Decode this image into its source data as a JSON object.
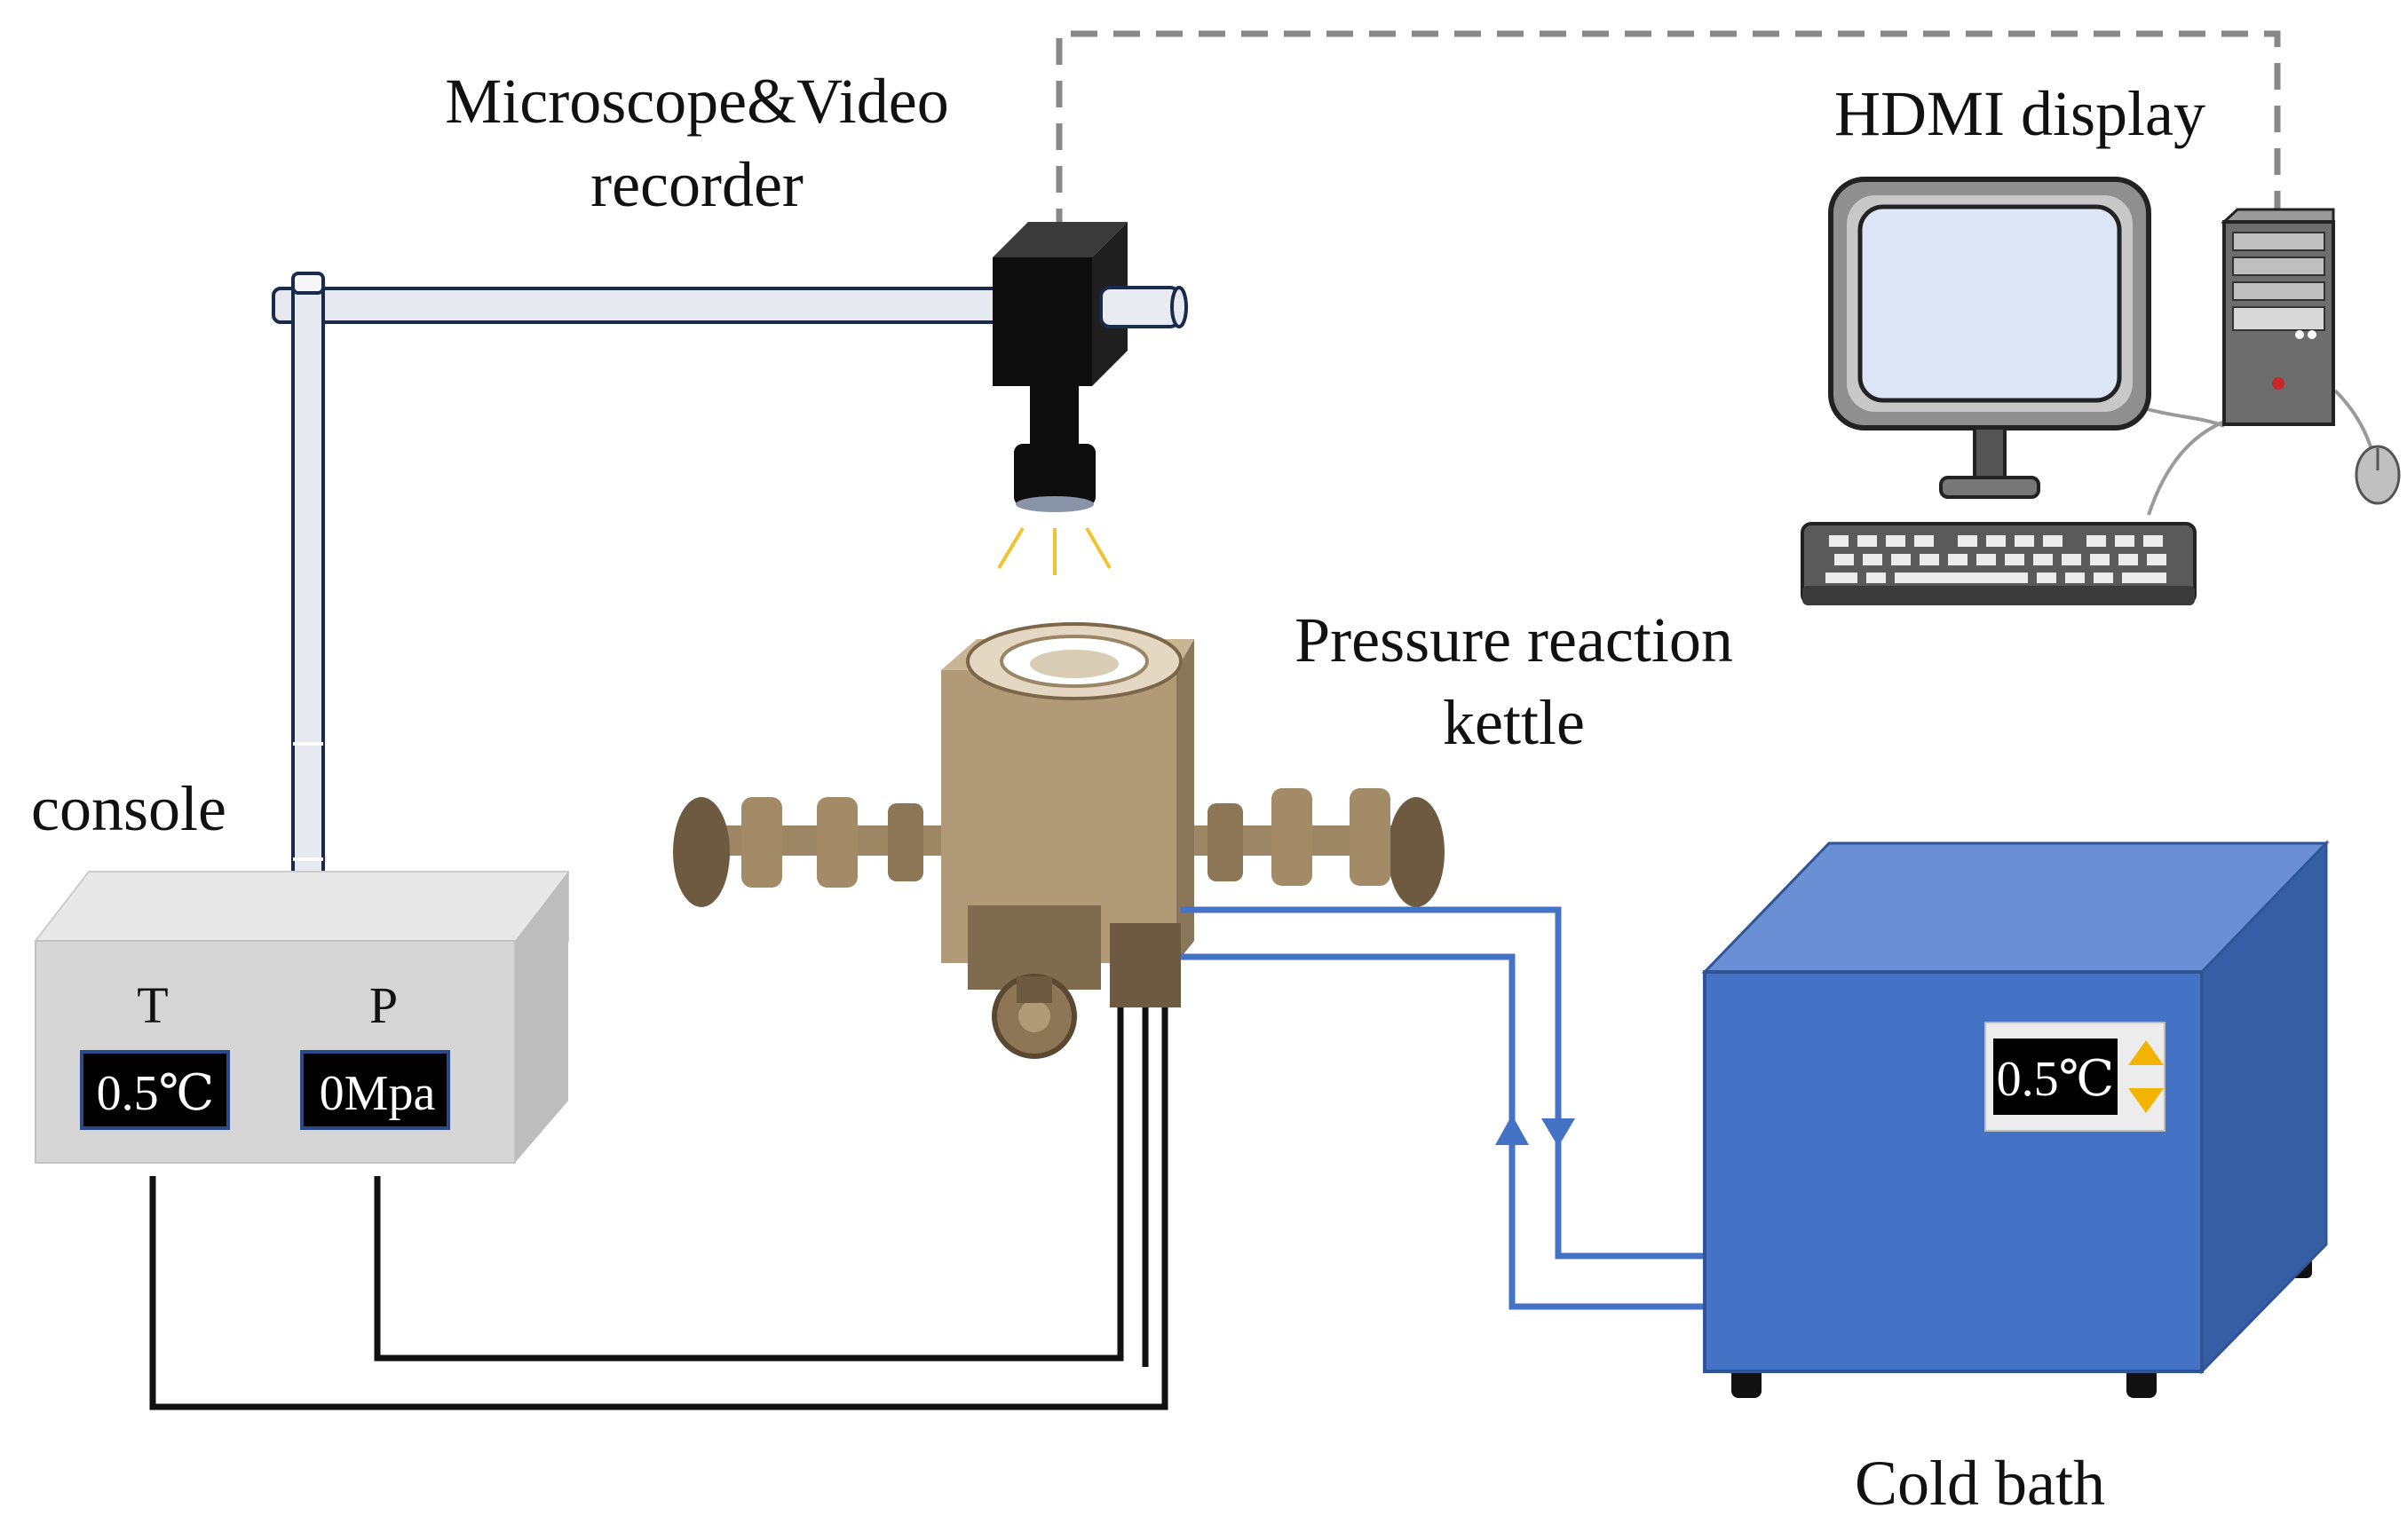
{
  "labels": {
    "microscope_line1": "Microscope&Video",
    "microscope_line2": "recorder",
    "hdmi": "HDMI display",
    "pressure_line1": "Pressure reaction",
    "pressure_line2": "kettle",
    "console": "console",
    "cold_bath": "Cold bath"
  },
  "console": {
    "t_label": "T",
    "p_label": "P",
    "temperature_display": "0.5℃",
    "pressure_display": "0Mpa"
  },
  "cold_bath": {
    "temperature_display": "0.5℃"
  },
  "colors": {
    "pipe_blue": "#4472c4",
    "bath_front": "#4472c4",
    "bath_top": "#6a8fd4",
    "bath_side": "#365ea5",
    "control_wire": "#111111",
    "signal_dashed": "#888888",
    "kettle_bronze": "#b09a78",
    "arrow_yellow": "#f2b400",
    "light_rays": "#f2c230"
  },
  "icons": [
    "microscope-camera-icon",
    "monitor-icon",
    "pc-tower-icon",
    "keyboard-icon",
    "mouse-icon",
    "reaction-kettle-icon",
    "console-box-icon",
    "cold-bath-icon"
  ]
}
